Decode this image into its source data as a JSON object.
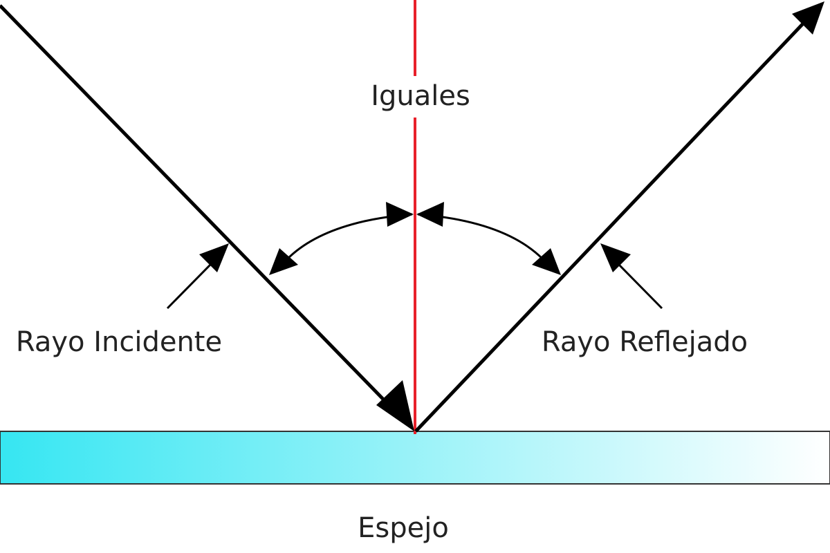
{
  "labels": {
    "top": "Iguales",
    "incident": "Rayo Incidente",
    "reflected": "Rayo Reflejado",
    "mirror": "Espejo"
  },
  "colors": {
    "normal": "#e8202a",
    "ray": "#000000",
    "text": "#222222",
    "mirror_left": "#36e6f2",
    "mirror_right": "#ffffff"
  },
  "relation": {
    "angle_of_incidence_equals_angle_of_reflection": true
  }
}
